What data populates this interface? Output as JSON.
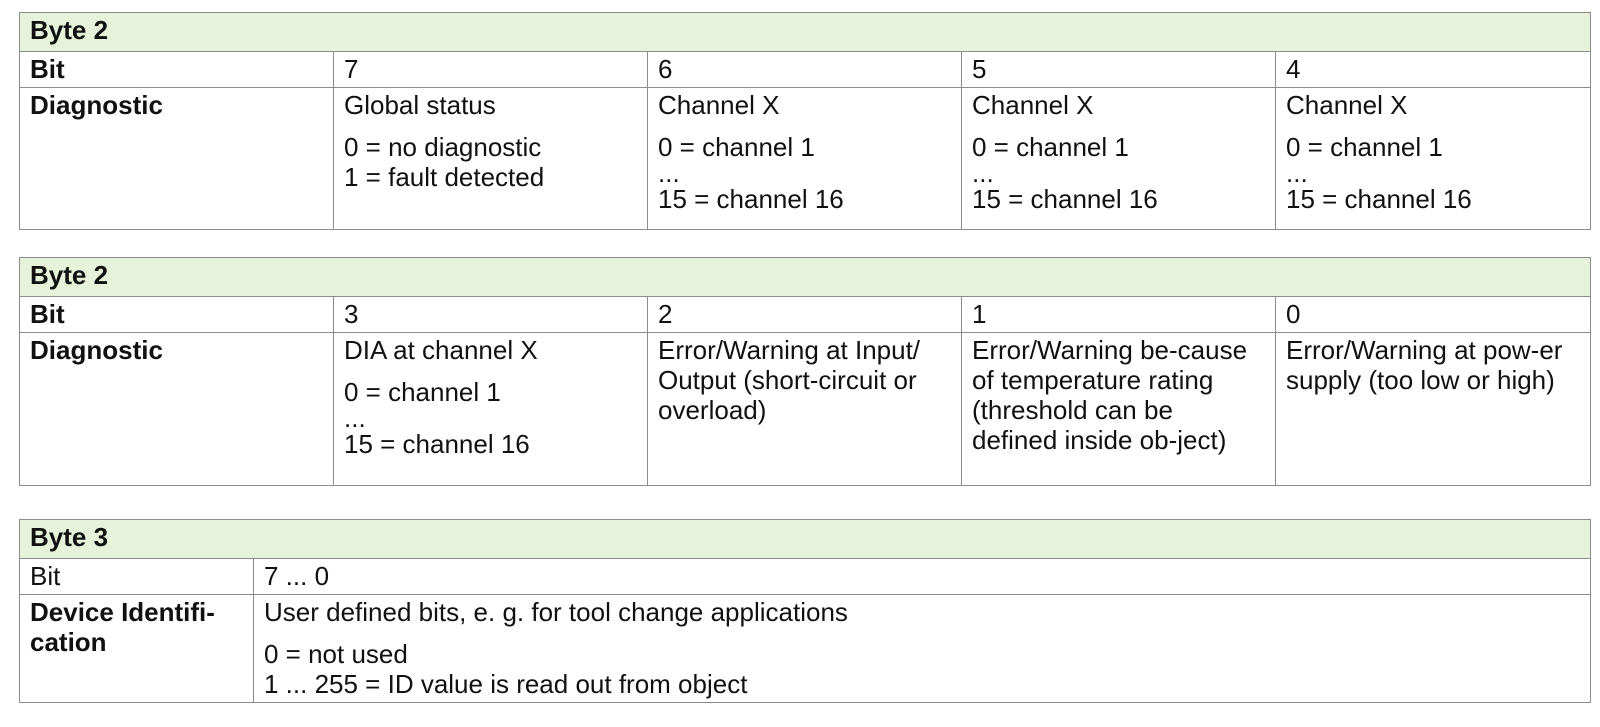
{
  "table1": {
    "header": "Byte 2",
    "bit_label": "Bit",
    "bits": [
      "7",
      "6",
      "5",
      "4"
    ],
    "diag_label": "Diagnostic",
    "cells": [
      {
        "title": "Global status",
        "lines": [
          "0 = no diagnostic",
          "1 = fault detected"
        ]
      },
      {
        "title": "Channel X",
        "lines": [
          "0 = channel 1",
          "...",
          "15 = channel 16"
        ]
      },
      {
        "title": "Channel X",
        "lines": [
          "0 = channel 1",
          "...",
          "15 = channel 16"
        ]
      },
      {
        "title": "Channel X",
        "lines": [
          "0 = channel 1",
          "...",
          "15 = channel 16"
        ]
      }
    ]
  },
  "table2": {
    "header": "Byte 2",
    "bit_label": "Bit",
    "bits": [
      "3",
      "2",
      "1",
      "0"
    ],
    "diag_label": "Diagnostic",
    "cells": [
      {
        "title": "DIA at channel X",
        "lines": [
          "0 = channel 1",
          "...",
          "15 = channel 16"
        ]
      },
      {
        "text": "Error/Warning at Input/ Output (short-circuit or overload)"
      },
      {
        "text": "Error/Warning be-cause of temperature rating (threshold can be defined inside ob-ject)"
      },
      {
        "text": "Error/Warning at pow-er supply (too low or high)"
      }
    ]
  },
  "table3": {
    "header": "Byte 3",
    "bit_label": "Bit",
    "bit_value": "7 ... 0",
    "row_label": "Device Identifi-cation",
    "cell": {
      "title": "User defined bits, e. g. for tool change applications",
      "lines": [
        "0 = not used",
        "1 ... 255 = ID value is read out from object"
      ]
    }
  }
}
